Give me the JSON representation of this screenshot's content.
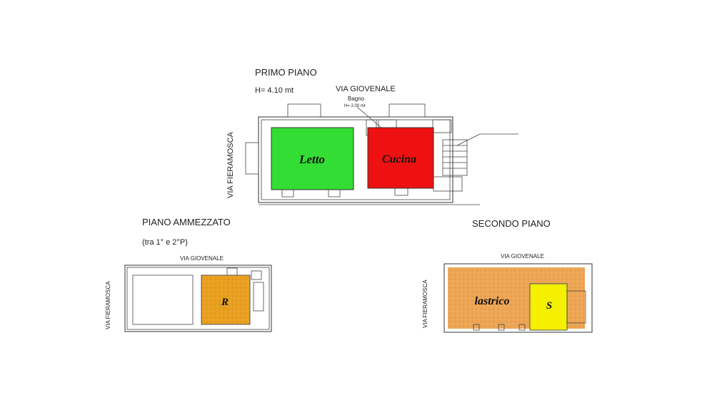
{
  "floors": {
    "primo": {
      "title": "PRIMO PIANO",
      "height_note": "H= 4.10 mt",
      "street_top": "VIA GIOVENALE",
      "street_side": "VIA FIERAMOSCA",
      "bath_label": "Bagno",
      "bath_height": "H= 2.00 mt",
      "rooms": [
        {
          "name": "Letto",
          "color": "#33dd33"
        },
        {
          "name": "Cucina",
          "color": "#ee1111"
        }
      ]
    },
    "ammezzato": {
      "title": "PIANO AMMEZZATO",
      "subtitle": "(tra 1° e 2°P)",
      "street_top": "VIA GIOVENALE",
      "street_side": "VIA FIERAMOSCA",
      "rooms": [
        {
          "name": "R",
          "color": "#e9a020"
        }
      ]
    },
    "secondo": {
      "title": "SECONDO PIANO",
      "street_top": "VIA GIOVENALE",
      "street_side": "VIA FIERAMOSCA",
      "rooms": [
        {
          "name": "lastrico",
          "color": "#eda656"
        },
        {
          "name": "S",
          "color": "#f4f000"
        }
      ]
    }
  }
}
